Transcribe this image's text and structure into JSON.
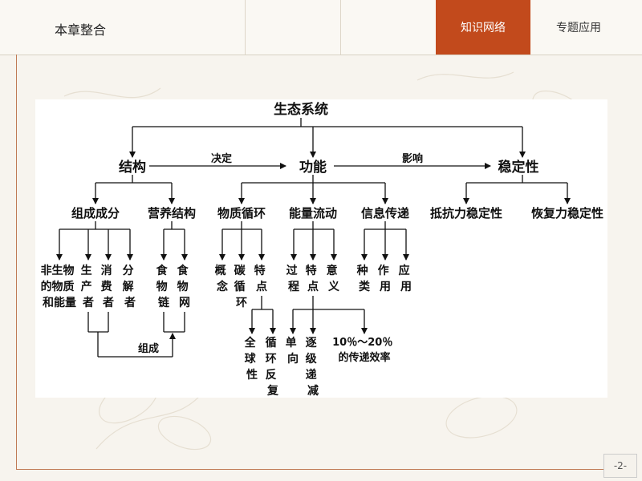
{
  "header": {
    "title": "本章整合",
    "tabs": [
      {
        "label": "知识网络",
        "active": true
      },
      {
        "label": "专题应用",
        "active": false
      }
    ]
  },
  "page_number": "-2-",
  "colors": {
    "accent": "#c24a1c",
    "frame": "#c07a55"
  },
  "diagram": {
    "root": "生态系统",
    "level1": {
      "structure": "结构",
      "function": "功能",
      "stability": "稳定性"
    },
    "relations": {
      "determines": "决定",
      "affects": "影响",
      "composes": "组成"
    },
    "structure_children": {
      "components": "组成成分",
      "trophic": "营养结构"
    },
    "components": {
      "nonbiotic": [
        "非生物",
        "的物质",
        "和能量"
      ],
      "producer": [
        "生",
        "产",
        "者"
      ],
      "consumer": [
        "消",
        "费",
        "者"
      ],
      "decomposer": [
        "分",
        "解",
        "者"
      ]
    },
    "trophic": {
      "food_chain": [
        "食",
        "物",
        "链"
      ],
      "food_web": [
        "食",
        "物",
        "网"
      ]
    },
    "function_children": {
      "material_cycle": "物质循环",
      "energy_flow": "能量流动",
      "info_transfer": "信息传递"
    },
    "material_cycle": {
      "concept": [
        "概",
        "念"
      ],
      "carbon_cycle": [
        "碳",
        "循",
        "环"
      ],
      "features": [
        "特",
        "点"
      ],
      "global": [
        "全",
        "球",
        "性"
      ],
      "cyclic": [
        "循",
        "环",
        "反",
        "复"
      ]
    },
    "energy_flow": {
      "process": [
        "过",
        "程"
      ],
      "features": [
        "特",
        "点"
      ],
      "significance": [
        "意",
        "义"
      ],
      "one_way": [
        "单",
        "向"
      ],
      "decreasing": [
        "逐",
        "级",
        "递",
        "减"
      ],
      "efficiency_line1": "10％～20％",
      "efficiency_line2": "的传递效率"
    },
    "info_transfer": {
      "types": [
        "种",
        "类"
      ],
      "role": [
        "作",
        "用"
      ],
      "application": [
        "应",
        "用"
      ]
    },
    "stability_children": {
      "resistance": "抵抗力稳定性",
      "resilience": "恢复力稳定性"
    }
  }
}
